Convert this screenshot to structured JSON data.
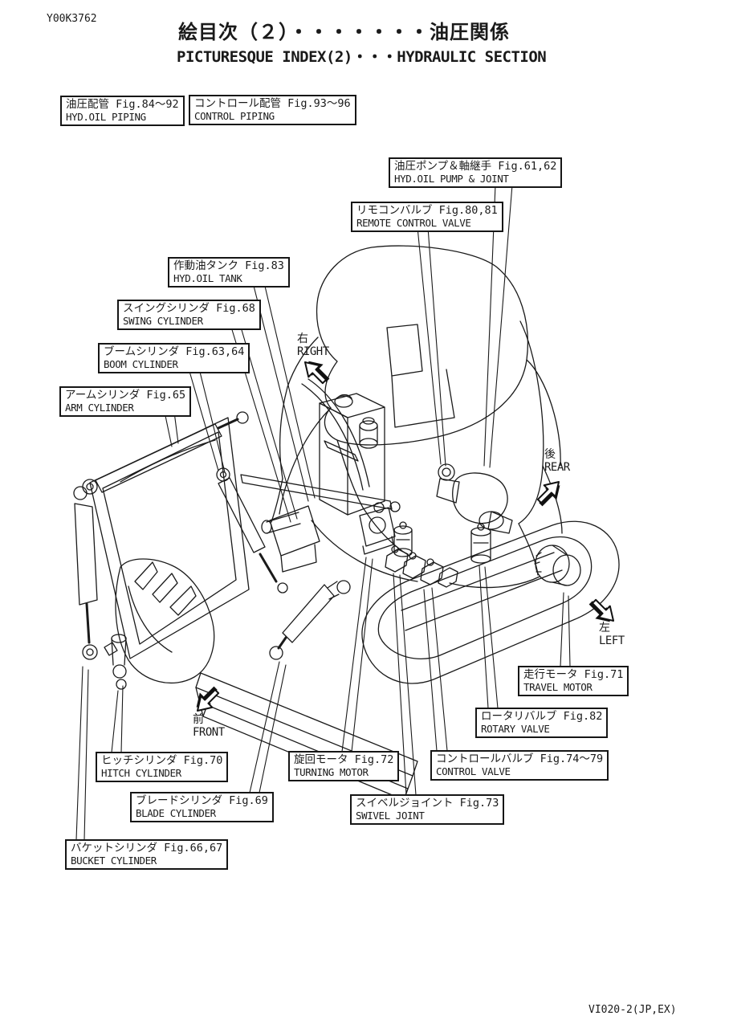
{
  "page": {
    "doc_code": "Y00K3762",
    "title_jp": "絵目次（２）・・・・・・・油圧関係",
    "title_en": "PICTURESQUE INDEX(2)・・・HYDRAULIC SECTION",
    "footer_code": "VI020-2(JP,EX)",
    "colors": {
      "ink": "#1a1a1a",
      "paper": "#ffffff"
    }
  },
  "callouts": [
    {
      "name": "hyd-oil-piping",
      "jp": "油圧配管 Fig.84～92",
      "en": "HYD.OIL PIPING"
    },
    {
      "name": "control-piping",
      "jp": "コントロール配管 Fig.93～96",
      "en": "CONTROL PIPING"
    },
    {
      "name": "hyd-oil-pump-joint",
      "jp": "油圧ポンプ＆軸継手 Fig.61,62",
      "en": "HYD.OIL PUMP & JOINT"
    },
    {
      "name": "remote-control-valve",
      "jp": "リモコンバルブ Fig.80,81",
      "en": "REMOTE CONTROL VALVE"
    },
    {
      "name": "hyd-oil-tank",
      "jp": "作動油タンク Fig.83",
      "en": "HYD.OIL TANK"
    },
    {
      "name": "swing-cylinder",
      "jp": "スイングシリンダ Fig.68",
      "en": "SWING CYLINDER"
    },
    {
      "name": "boom-cylinder",
      "jp": "ブームシリンダ Fig.63,64",
      "en": "BOOM CYLINDER"
    },
    {
      "name": "arm-cylinder",
      "jp": "アームシリンダ Fig.65",
      "en": "ARM CYLINDER"
    },
    {
      "name": "travel-motor",
      "jp": "走行モータ Fig.71",
      "en": "TRAVEL MOTOR"
    },
    {
      "name": "rotary-valve",
      "jp": "ロータリバルブ Fig.82",
      "en": "ROTARY VALVE"
    },
    {
      "name": "control-valve",
      "jp": "コントロールバルブ Fig.74～79",
      "en": "CONTROL VALVE"
    },
    {
      "name": "hitch-cylinder",
      "jp": "ヒッチシリンダ Fig.70",
      "en": "HITCH CYLINDER"
    },
    {
      "name": "turning-motor",
      "jp": "旋回モータ Fig.72",
      "en": "TURNING MOTOR"
    },
    {
      "name": "blade-cylinder",
      "jp": "ブレードシリンダ Fig.69",
      "en": "BLADE CYLINDER"
    },
    {
      "name": "swivel-joint",
      "jp": "スイベルジョイント Fig.73",
      "en": "SWIVEL JOINT"
    },
    {
      "name": "bucket-cylinder",
      "jp": "バケットシリンダ Fig.66,67",
      "en": "BUCKET CYLINDER"
    }
  ],
  "direction_arrows": {
    "right": {
      "jp": "右",
      "en": "RIGHT"
    },
    "rear": {
      "jp": "後",
      "en": "REAR"
    },
    "left": {
      "jp": "左",
      "en": "LEFT"
    },
    "front": {
      "jp": "前",
      "en": "FRONT"
    }
  }
}
